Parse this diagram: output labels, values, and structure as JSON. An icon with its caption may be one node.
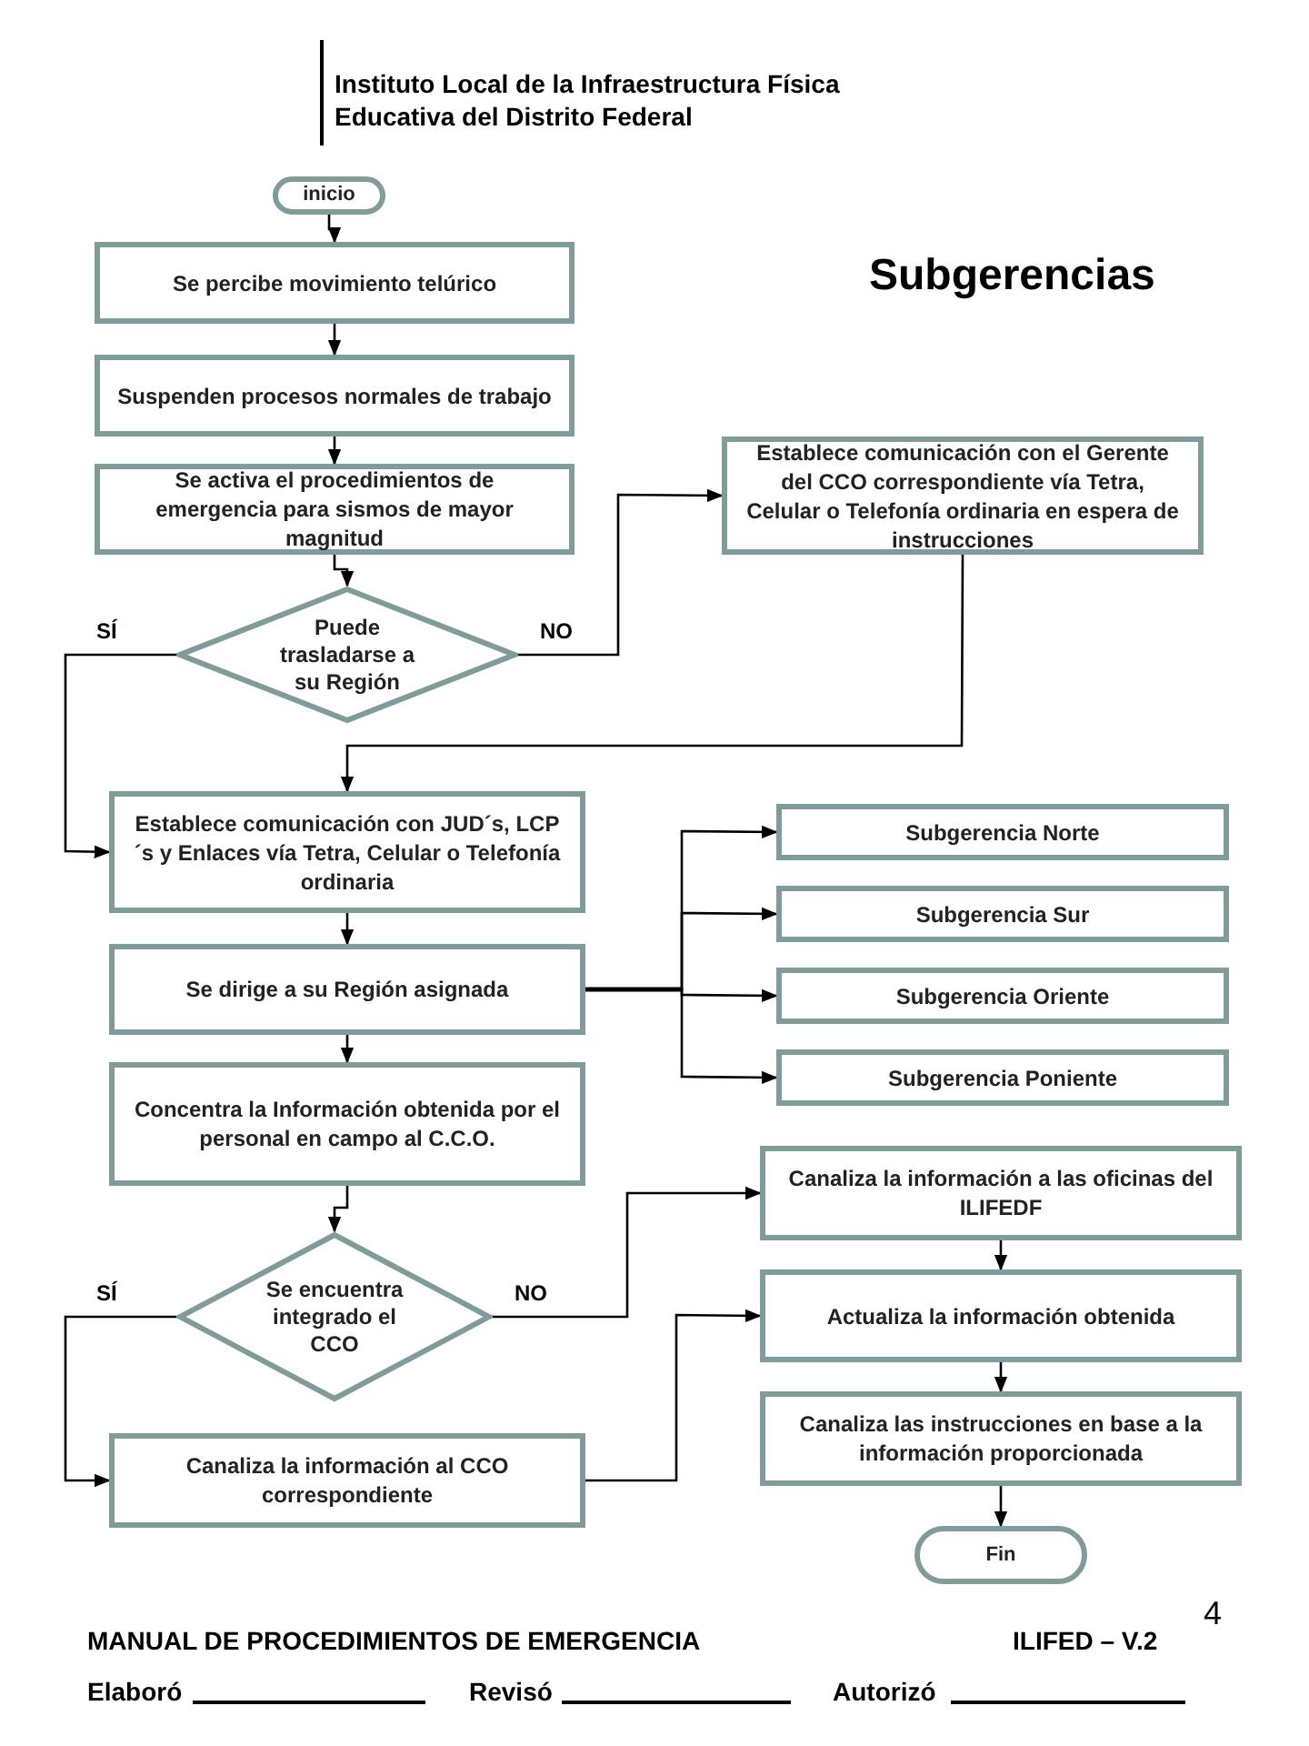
{
  "diagram": {
    "title": "Subgerencias",
    "nodes": [
      {
        "text": [
          "inicio"
        ]
      },
      {
        "text": [
          "Se percibe movimiento telúrico"
        ]
      },
      {
        "text": [
          "Suspenden procesos normales de trabajo"
        ]
      },
      {
        "text": [
          "Se activa el procedimientos de emergencia para sismos de mayor magnitud"
        ]
      },
      {
        "text": [
          "Puede trasladarse a su Región"
        ]
      },
      {
        "text": [
          "Establece comunicación con el Gerente del CCO correspondiente vía Tetra, Celular o Telefonía ordinaria en espera de instrucciones"
        ]
      },
      {
        "text": [
          "Establece comunicación con JUD´s, LCP´s y Enlaces vía Tetra, Celular o Telefonía ordinaria"
        ]
      },
      {
        "text": [
          "Se dirige a su Región asignada"
        ]
      },
      {
        "text": [
          "Concentra la Información obtenida por el personal en campo al C.C.O."
        ]
      },
      {
        "text": [
          "Subgerencia Norte"
        ]
      },
      {
        "text": [
          "Subgerencia Sur"
        ]
      },
      {
        "text": [
          "Subgerencia Oriente"
        ]
      },
      {
        "text": [
          "Subgerencia Poniente"
        ]
      },
      {
        "text": [
          "Se encuentra integrado el CCO"
        ]
      },
      {
        "text": [
          "Canaliza la información al CCO correspondiente"
        ]
      },
      {
        "text": [
          "Canaliza la información a las oficinas del ILIFEDF"
        ]
      },
      {
        "text": [
          "Actualiza la información obtenida"
        ]
      },
      {
        "text": [
          "Canaliza las instrucciones en base a la información proporcionada"
        ]
      },
      {
        "text": [
          "Fin"
        ]
      }
    ],
    "edges": [
      {
        "from": 0,
        "to": 1,
        "arrow": "to"
      },
      {
        "from": 1,
        "to": 2,
        "arrow": "to"
      },
      {
        "from": 2,
        "to": 3,
        "arrow": "to"
      },
      {
        "from": 3,
        "to": 4,
        "arrow": "to"
      },
      {
        "from": 4,
        "to": 6,
        "arrow": "to",
        "label": "SÍ"
      },
      {
        "from": 4,
        "to": 5,
        "arrow": "to",
        "label": "NO"
      },
      {
        "from": 5,
        "to": 6,
        "arrow": "to"
      },
      {
        "from": 6,
        "to": 7,
        "arrow": "to"
      },
      {
        "from": 7,
        "to": 9,
        "arrow": "to"
      },
      {
        "from": 7,
        "to": 10,
        "arrow": "to"
      },
      {
        "from": 7,
        "to": 11,
        "arrow": "to"
      },
      {
        "from": 7,
        "to": 12,
        "arrow": "to"
      },
      {
        "from": 7,
        "to": 8,
        "arrow": "to"
      },
      {
        "from": 8,
        "to": 13,
        "arrow": "to"
      },
      {
        "from": 13,
        "to": 14,
        "arrow": "to",
        "label": "SÍ"
      },
      {
        "from": 13,
        "to": 15,
        "arrow": "to",
        "label": "NO"
      },
      {
        "from": 14,
        "to": 16,
        "arrow": "to"
      },
      {
        "from": 15,
        "to": 16,
        "arrow": "to"
      },
      {
        "from": 16,
        "to": 17,
        "arrow": "to"
      },
      {
        "from": 17,
        "to": 18,
        "arrow": "to"
      }
    ],
    "labels": [
      "Instituto Local de la Infraestructura Física Educativa del Distrito Federal",
      "MANUAL DE PROCEDIMIENTOS DE EMERGENCIA",
      "ILIFED – V.2",
      "4",
      "Elaboró",
      "Revisó",
      "Autorizó"
    ]
  }
}
